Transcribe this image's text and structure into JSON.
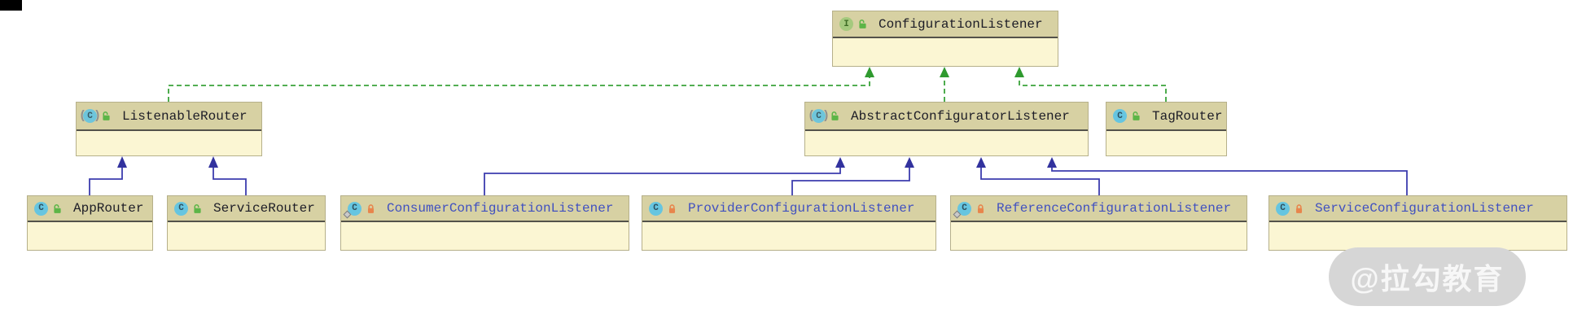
{
  "diagram_type": "uml-class-diagram",
  "classes": [
    {
      "name": "ConfigurationListener",
      "icon_letter": "I",
      "icon": "interface-icon",
      "lock": "lock-open-green",
      "name_color": "dark"
    },
    {
      "name": "ListenableRouter",
      "icon_letter": "C",
      "icon": "abstract-class-icon",
      "lock": "lock-open-green",
      "name_color": "dark"
    },
    {
      "name": "AbstractConfiguratorListener",
      "icon_letter": "C",
      "icon": "abstract-class-icon",
      "lock": "lock-open-green",
      "name_color": "dark"
    },
    {
      "name": "TagRouter",
      "icon_letter": "C",
      "icon": "class-icon",
      "lock": "lock-open-green",
      "name_color": "dark"
    },
    {
      "name": "AppRouter",
      "icon_letter": "C",
      "icon": "class-icon",
      "lock": "lock-open-green",
      "name_color": "dark"
    },
    {
      "name": "ServiceRouter",
      "icon_letter": "C",
      "icon": "class-icon",
      "lock": "lock-open-green",
      "name_color": "dark"
    },
    {
      "name": "ConsumerConfigurationListener",
      "icon_letter": "C",
      "icon": "inner-class-icon",
      "lock": "lock-closed-orange",
      "name_color": "blue"
    },
    {
      "name": "ProviderConfigurationListener",
      "icon_letter": "C",
      "icon": "class-icon",
      "lock": "lock-closed-orange",
      "name_color": "blue"
    },
    {
      "name": "ReferenceConfigurationListener",
      "icon_letter": "C",
      "icon": "inner-class-icon",
      "lock": "lock-closed-orange",
      "name_color": "blue"
    },
    {
      "name": "ServiceConfigurationListener",
      "icon_letter": "C",
      "icon": "class-icon",
      "lock": "lock-closed-orange",
      "name_color": "blue"
    }
  ],
  "edges": [
    {
      "type": "implements",
      "from": "ListenableRouter",
      "to": "ConfigurationListener",
      "style": "green-dashed"
    },
    {
      "type": "implements",
      "from": "AbstractConfiguratorListener",
      "to": "ConfigurationListener",
      "style": "green-dashed"
    },
    {
      "type": "implements",
      "from": "TagRouter",
      "to": "ConfigurationListener",
      "style": "green-dashed"
    },
    {
      "type": "extends",
      "from": "AppRouter",
      "to": "ListenableRouter",
      "style": "blue-solid"
    },
    {
      "type": "extends",
      "from": "ServiceRouter",
      "to": "ListenableRouter",
      "style": "blue-solid"
    },
    {
      "type": "extends",
      "from": "ConsumerConfigurationListener",
      "to": "AbstractConfiguratorListener",
      "style": "blue-solid"
    },
    {
      "type": "extends",
      "from": "ProviderConfigurationListener",
      "to": "AbstractConfiguratorListener",
      "style": "blue-solid"
    },
    {
      "type": "extends",
      "from": "ReferenceConfigurationListener",
      "to": "AbstractConfiguratorListener",
      "style": "blue-solid"
    },
    {
      "type": "extends",
      "from": "ServiceConfigurationListener",
      "to": "AbstractConfiguratorListener",
      "style": "blue-solid"
    }
  ],
  "watermark": {
    "text": "@拉勾教育"
  },
  "colors": {
    "node_header_bg": "#d7d1a3",
    "node_body_bg": "#fbf6d3",
    "node_border": "#b6b08a",
    "implements_edge": "#3aa33a",
    "extends_edge": "#3c3cae",
    "class_icon_bg": "#66c5e0",
    "interface_icon_bg": "#a5c97e",
    "lock_open": "#5cb547",
    "lock_closed": "#e8854c",
    "title_dark": "#1c1c26",
    "title_blue": "#4050c0",
    "watermark_bg": "#d6d6d6"
  }
}
